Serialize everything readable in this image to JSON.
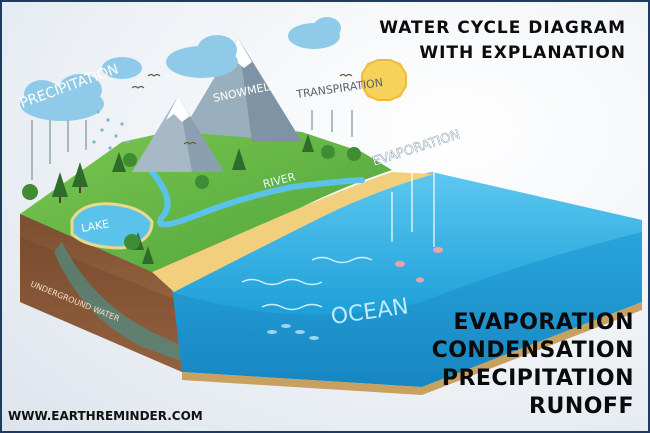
{
  "title": {
    "line1": "WATER CYCLE DIAGRAM",
    "line2": "WITH EXPLANATION"
  },
  "processes": [
    "EVAPORATION",
    "CONDENSATION",
    "PRECIPITATION",
    "RUNOFF"
  ],
  "labels": {
    "precipitation": "PRECIPITATION",
    "snowmelt": "SNOWMELT",
    "transpiration": "TRANSPIRATION",
    "evaporation": "EVAPORATION",
    "river": "RIVER",
    "lake": "LAKE",
    "ocean": "OCEAN",
    "underground_water": "UNDERGROUND WATER"
  },
  "website": "WWW.EARTHREMINDER.COM",
  "colors": {
    "grass": "#5fb546",
    "ocean": "#3fb6e6",
    "sand": "#f1cf7c",
    "soil": "#8a5a3a",
    "mountain": "#8fa4b3",
    "cloud": "#8fcbe8",
    "sun": "#f6d25a",
    "frame": "#1f3a66"
  }
}
